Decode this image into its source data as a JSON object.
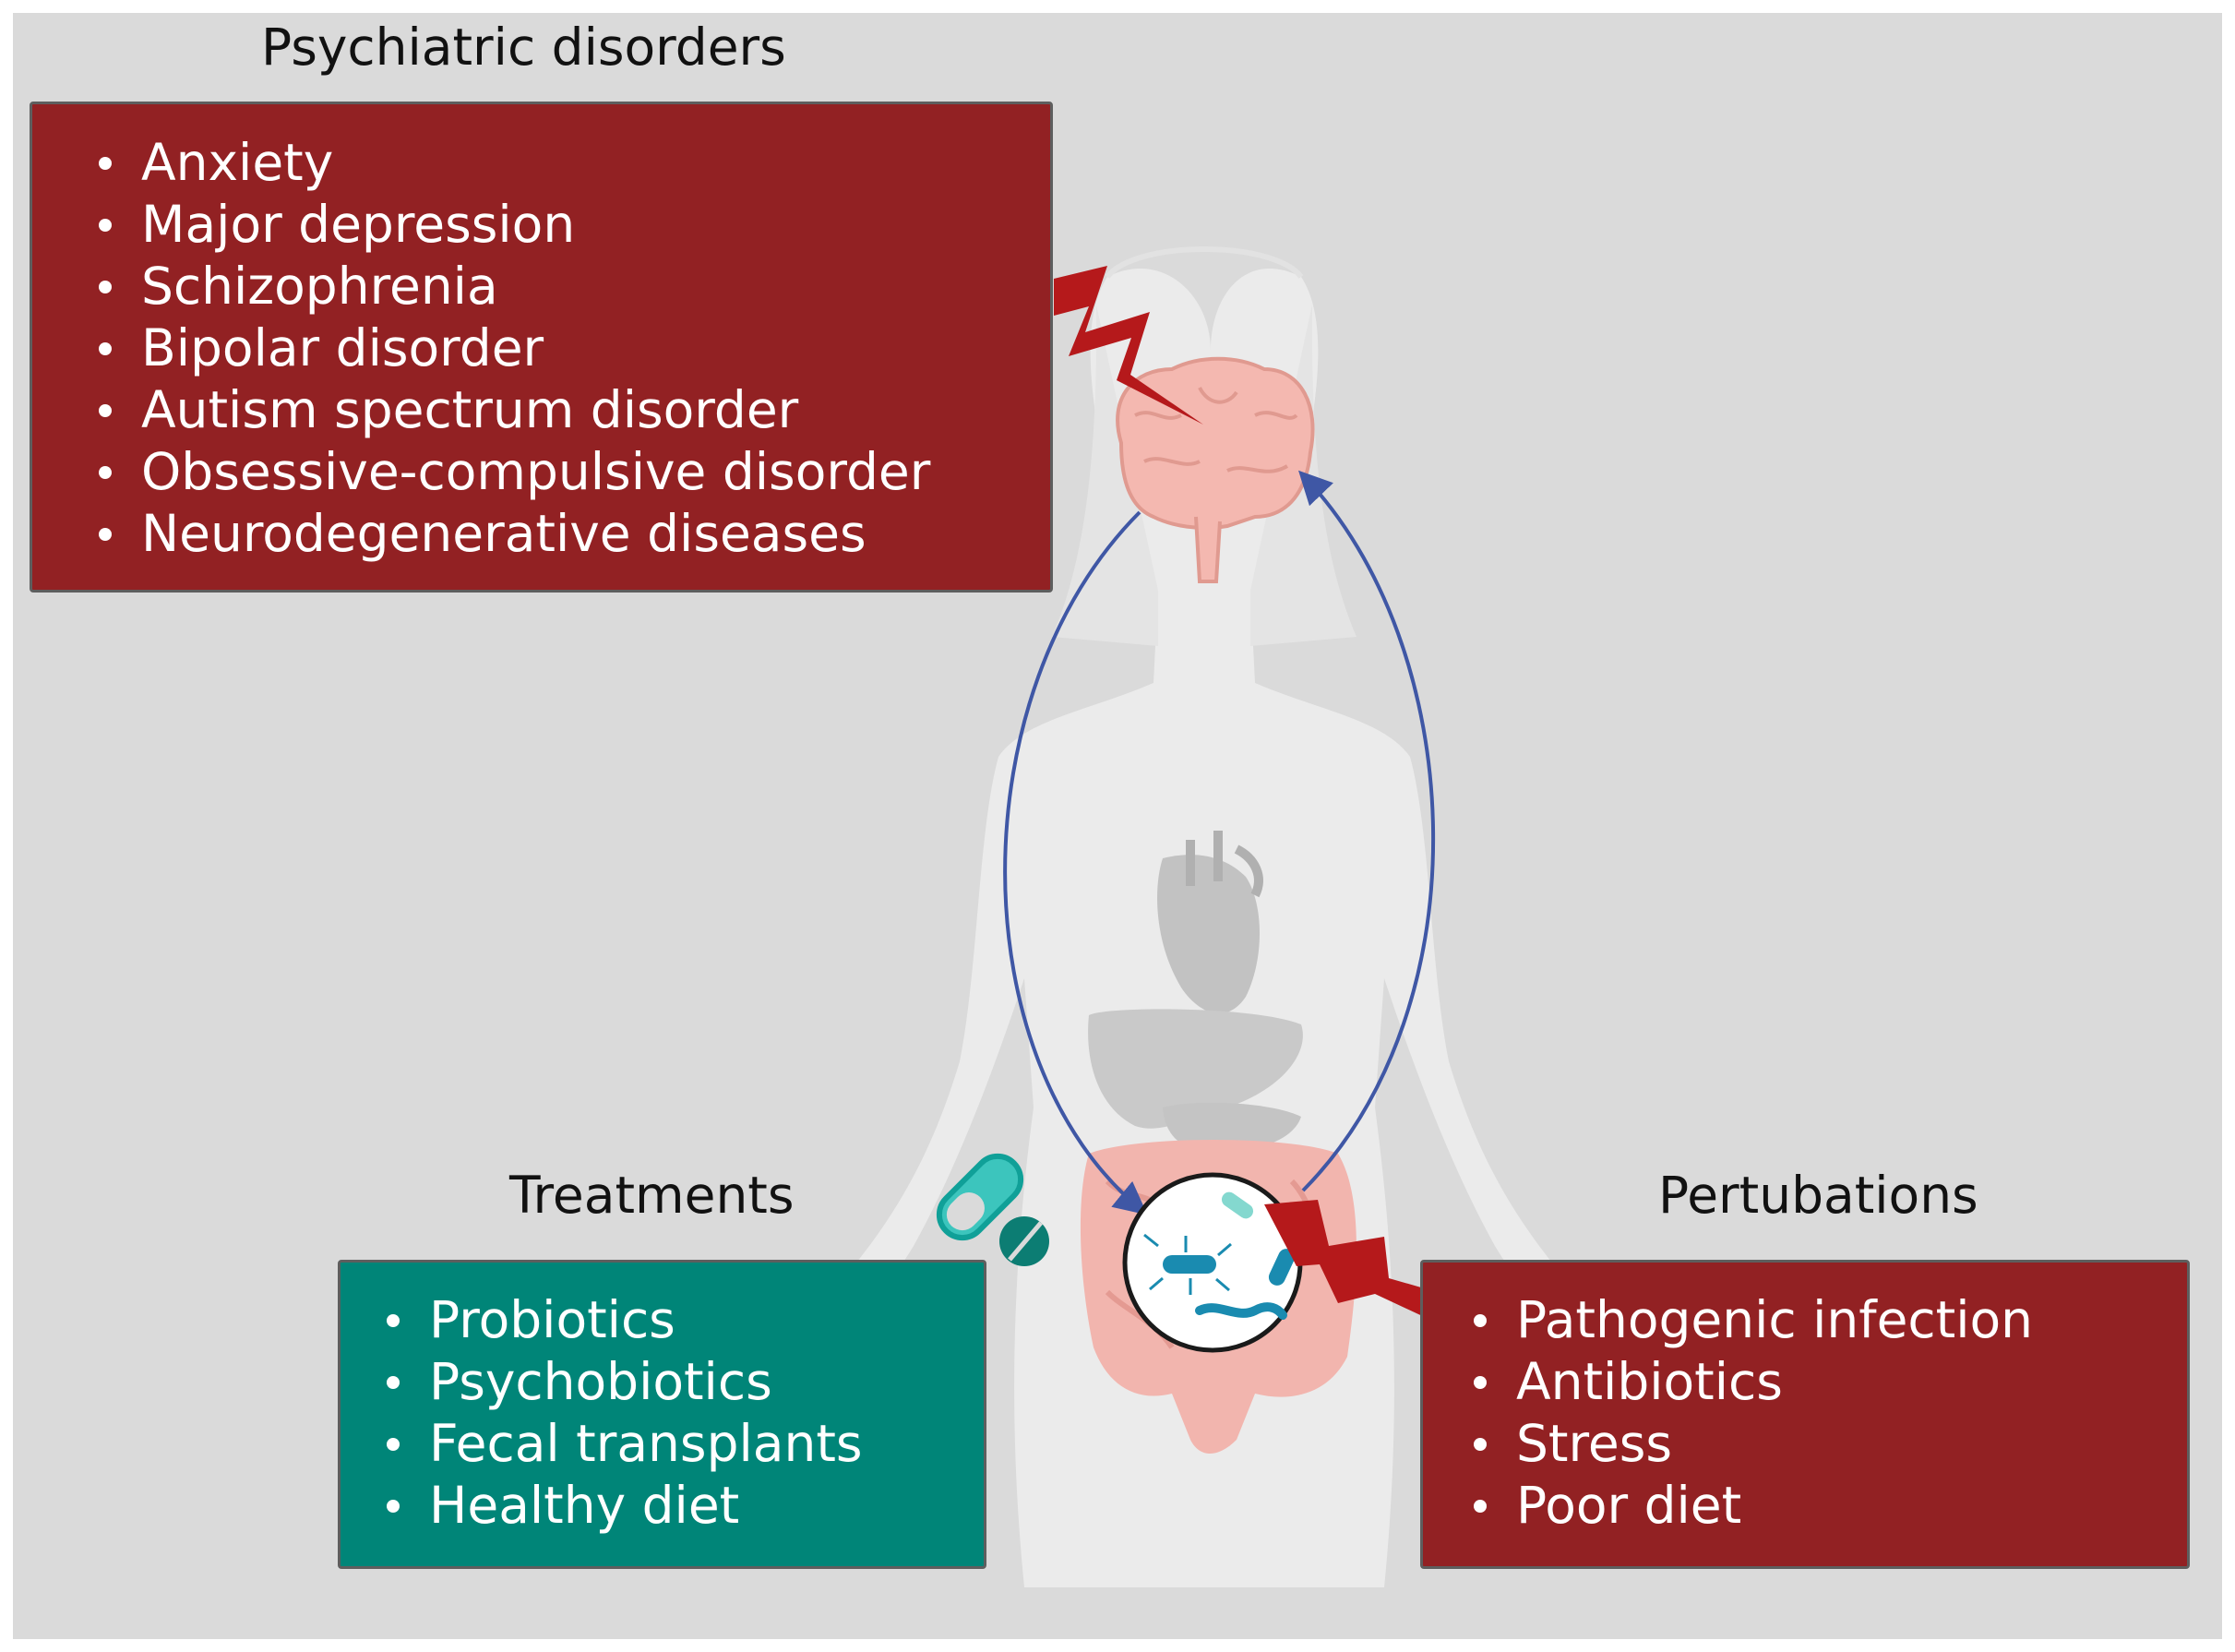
{
  "psychiatric": {
    "heading": "Psychiatric disorders",
    "items": [
      "Anxiety",
      "Major depression",
      "Schizophrenia",
      "Bipolar disorder",
      "Autism spectrum disorder",
      "Obsessive-compulsive disorder",
      "Neurodegenerative diseases"
    ]
  },
  "treatments": {
    "heading": "Treatments",
    "items": [
      "Probiotics",
      "Psychobiotics",
      "Fecal transplants",
      "Healthy diet"
    ]
  },
  "perturbations": {
    "heading": "Pertubations",
    "items": [
      "Pathogenic infection",
      "Antibiotics",
      "Stress",
      "Poor diet"
    ]
  },
  "colors": {
    "background": "#dadada",
    "disorder_box": "#922123",
    "treatment_box": "#008578",
    "arrow": "#3f57a5",
    "lightning": "#b5191b",
    "brain": "#f4b8b0",
    "gut": "#f2b5ae",
    "capsule": "#3cc5bd"
  },
  "icons": [
    "human-body-silhouette-icon",
    "brain-icon",
    "heart-icon",
    "liver-icon",
    "intestine-icon",
    "gut-microbiome-circle-icon",
    "pill-capsule-icon",
    "tablet-icon",
    "lightning-bolt-icon"
  ]
}
